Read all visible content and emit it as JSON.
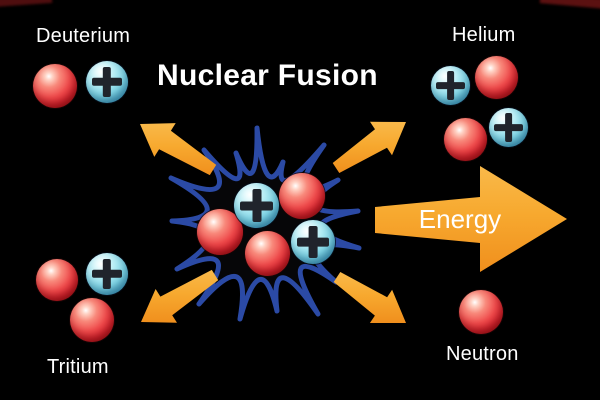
{
  "title": "Nuclear Fusion",
  "labels": {
    "deuterium": "Deuterium",
    "helium": "Helium",
    "tritium": "Tritium",
    "neutron": "Neutron",
    "energy": "Energy"
  },
  "diagram": {
    "type": "nuclear-fusion-illustration",
    "reactants": [
      "Deuterium",
      "Tritium"
    ],
    "products": [
      "Helium",
      "Neutron",
      "Energy"
    ],
    "composition": {
      "deuterium": [
        "red-sphere",
        "cyan-plus-sphere"
      ],
      "tritium": [
        "red-sphere",
        "cyan-plus-sphere",
        "red-sphere"
      ],
      "helium": [
        "cyan-plus-sphere",
        "red-sphere",
        "red-sphere",
        "cyan-plus-sphere"
      ],
      "neutron": [
        "red-sphere"
      ],
      "core": [
        "cyan-plus-sphere",
        "red-sphere",
        "red-sphere",
        "red-sphere",
        "cyan-plus-sphere"
      ]
    },
    "arrows": [
      "upper-left",
      "upper-right",
      "lower-left",
      "lower-right",
      "energy-right"
    ]
  },
  "colors": {
    "background": "#000000",
    "arrow_orange_light": "#f9b94a",
    "arrow_orange_dark": "#f08f1d",
    "starburst_blue": "#2b4aa5",
    "sphere_red": "#ee3b41",
    "sphere_cyan": "#7fd5e6",
    "plus_sign": "#20242c",
    "text": "#ffffff"
  }
}
